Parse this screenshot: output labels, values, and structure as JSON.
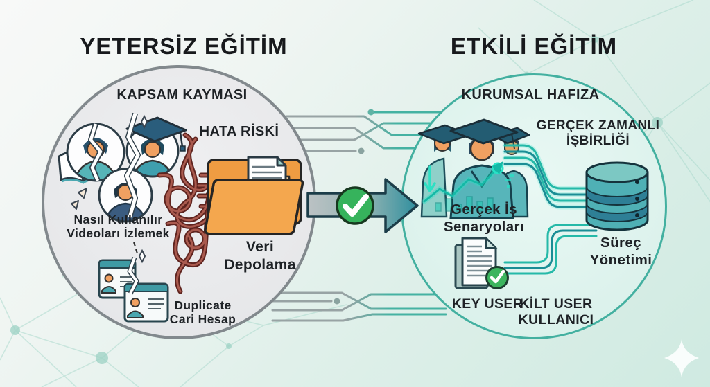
{
  "left": {
    "title": "YETERSİZ EĞİTİM",
    "labels": {
      "kapsam": "KAPSAM KAYMASI",
      "hata": "HATA RİSKİ",
      "nasil_line1": "Nasıl Kullanılır",
      "nasil_line2": "Videoları İzlemek",
      "veri_line1": "Veri",
      "veri_line2": "Depolama",
      "dup_line1": "Duplicate",
      "dup_line2": "Cari Hesap"
    }
  },
  "right": {
    "title": "ETKİLİ EĞİTİM",
    "labels": {
      "kurumsal": "KURUMSAL HAFIZA",
      "gz_line1": "GERÇEK ZAMANLI",
      "gz_line2": "İŞBİRLİĞİ",
      "gi_line1": "Gerçek İş",
      "gi_line2": "Senaryoları",
      "surec_line1": "Süreç",
      "surec_line2": "Yönetimi",
      "key_user": "KEY USER",
      "kilt_line1": "KİLT USER",
      "kilt_line2": "KULLANICI"
    }
  },
  "icons": {
    "broken-avatars-icon": "three cracked user portraits with book and graduation cap",
    "tangled-wires-icon": "tangled maroon cables",
    "folder-documents-icon": "orange folder with papers",
    "id-cards-icon": "duplicate account cards split by crack",
    "check-arrow-icon": "arrow with green check",
    "graduates-icon": "three graduates with growth chart",
    "database-icon": "database cylinder",
    "document-approved-icon": "document with green check",
    "circuit-traces-icon": "circuit connector lines",
    "sparkle-icon": "✦",
    "check-glyph": "✓"
  },
  "colors": {
    "accent_teal": "#3fae9e",
    "circuit_teal": "#2bbfae",
    "left_circle_fill": "#e8e9eb",
    "left_circle_border": "#82898d",
    "right_circle_fill": "#def2ec",
    "right_circle_border": "#43b0a0",
    "wire_maroon": "#6b2a24",
    "folder_orange": "#f4a74e",
    "check_green": "#38b45c",
    "text_dark": "#1e2226"
  }
}
